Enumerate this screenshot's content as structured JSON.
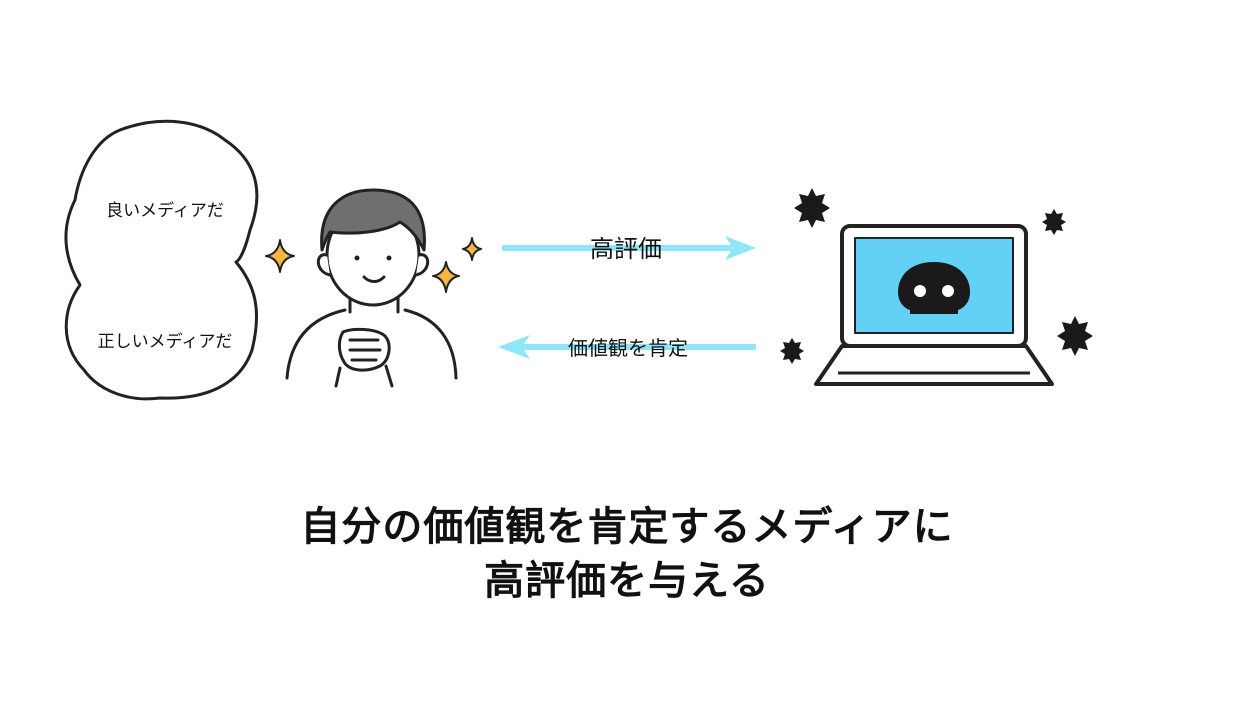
{
  "thought_bubble": {
    "thought_1": "良いメディアだ",
    "thought_2": "正しいメディアだ"
  },
  "arrows": {
    "to_laptop_label": "高評価",
    "to_person_label": "価値観を肯定"
  },
  "caption": {
    "line_1": "自分の価値観を肯定するメディアに",
    "line_2": "高評価を与える"
  },
  "icons": [
    "thought-bubble-icon",
    "person-icon",
    "sparkle-icon",
    "laptop-icon",
    "skull-icon",
    "virus-icon"
  ],
  "colors": {
    "arrow": "#8ee6f7",
    "screen": "#63d0f5",
    "sparkle": "#f5b83d",
    "outline": "#222222"
  }
}
